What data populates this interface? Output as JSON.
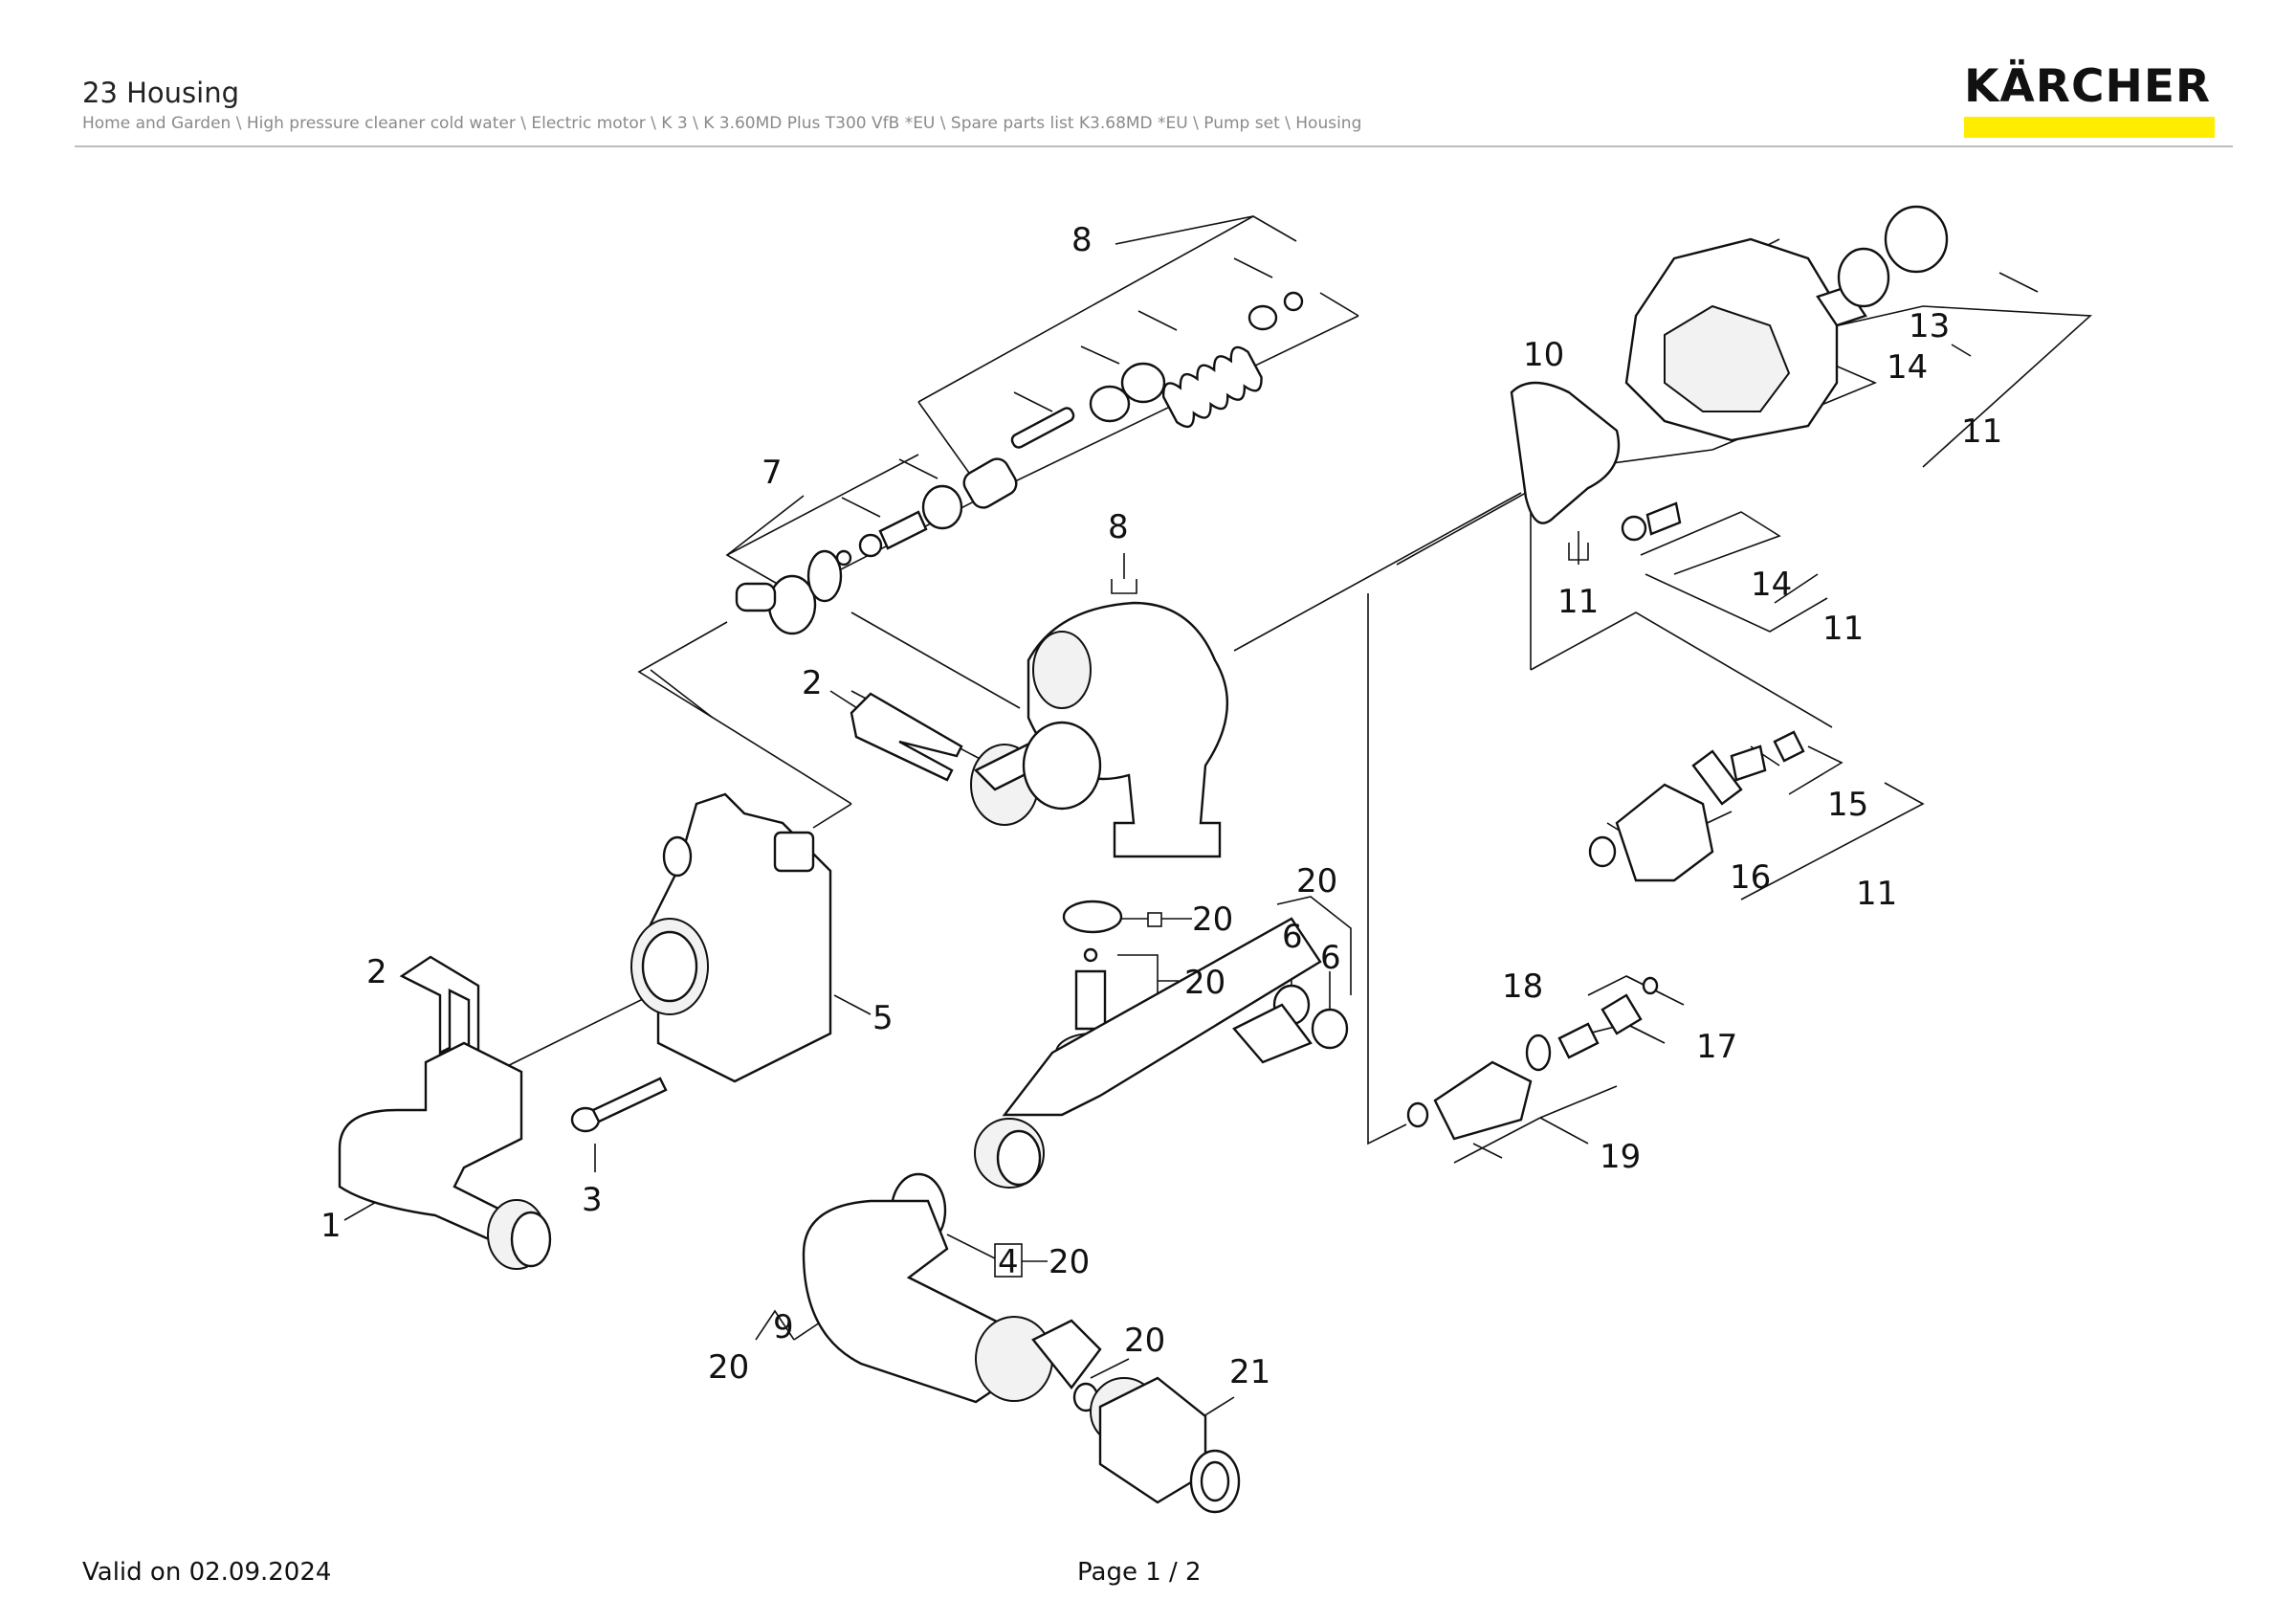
{
  "header": {
    "title": "23 Housing",
    "breadcrumb": "Home and Garden \\ High pressure cleaner cold water \\ Electric motor \\ K 3 \\ K 3.60MD Plus T300 VfB *EU \\ Spare parts list K3.68MD *EU \\ Pump set \\ Housing"
  },
  "brand": {
    "logo_text": "KÄRCHER",
    "accent_color": "#ffed00"
  },
  "diagram": {
    "callouts": [
      "8",
      "7",
      "8",
      "2",
      "10",
      "11",
      "13",
      "14",
      "11",
      "14",
      "11",
      "15",
      "16",
      "11",
      "20",
      "20",
      "6",
      "6",
      "20",
      "5",
      "2",
      "18",
      "17",
      "19",
      "3",
      "1",
      "4",
      "20",
      "9",
      "20",
      "20",
      "21"
    ]
  },
  "footer": {
    "valid_on": "Valid on 02.09.2024",
    "page": "Page 1 / 2"
  }
}
